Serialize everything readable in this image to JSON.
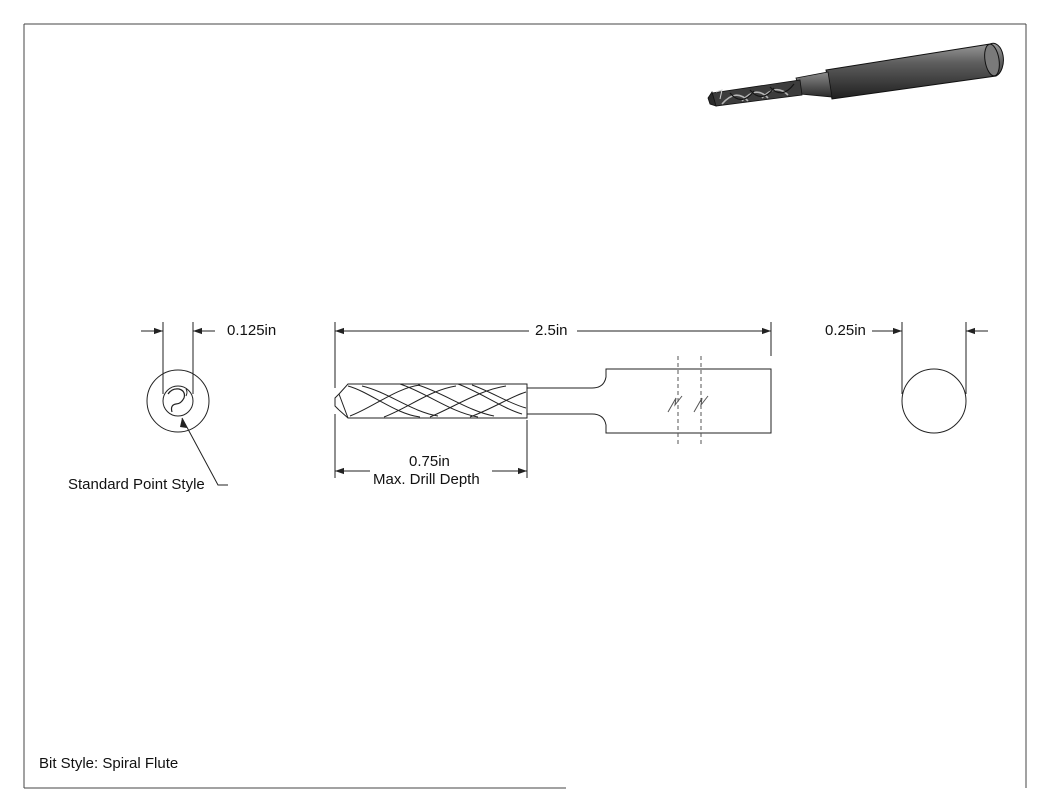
{
  "dimensions": {
    "point_diameter": "0.125in",
    "overall_length": "2.5in",
    "drill_depth_value": "0.75in",
    "drill_depth_caption": "Max. Drill Depth",
    "shank_diameter": "0.25in"
  },
  "callouts": {
    "point_style": "Standard Point Style"
  },
  "notes": {
    "bit_style": "Bit Style: Spiral Flute"
  },
  "colors": {
    "line": "#222222",
    "border": "#444444",
    "render_body": "#4f4f4f",
    "render_highlight": "#8a8a8a",
    "render_shadow": "#1f1f1f"
  }
}
